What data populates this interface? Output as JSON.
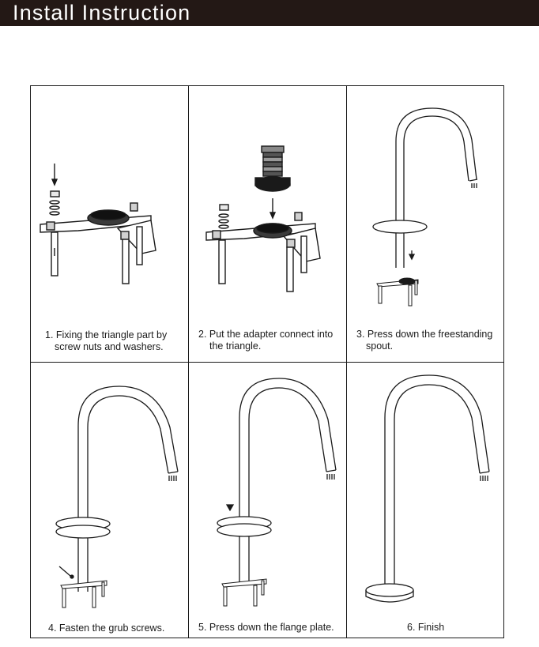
{
  "header": {
    "title": "Install Instruction"
  },
  "steps": [
    {
      "caption_line1": "1. Fixing  the  triangle part by",
      "caption_line2": "screw nuts and washers."
    },
    {
      "caption_line1": "2. Put the adapter connect into",
      "caption_line2": "the triangle."
    },
    {
      "caption_line1": "3. Press down the freestanding",
      "caption_line2": "spout."
    },
    {
      "caption_line1": "4. Fasten the grub screws.",
      "caption_line2": ""
    },
    {
      "caption_line1": "5. Press down the flange plate.",
      "caption_line2": ""
    },
    {
      "caption_line1": "6. Finish",
      "caption_line2": ""
    }
  ],
  "icons": [
    "down-arrow-icon",
    "triangle-bracket",
    "adapter",
    "spout",
    "flange-plate",
    "grub-screw"
  ]
}
